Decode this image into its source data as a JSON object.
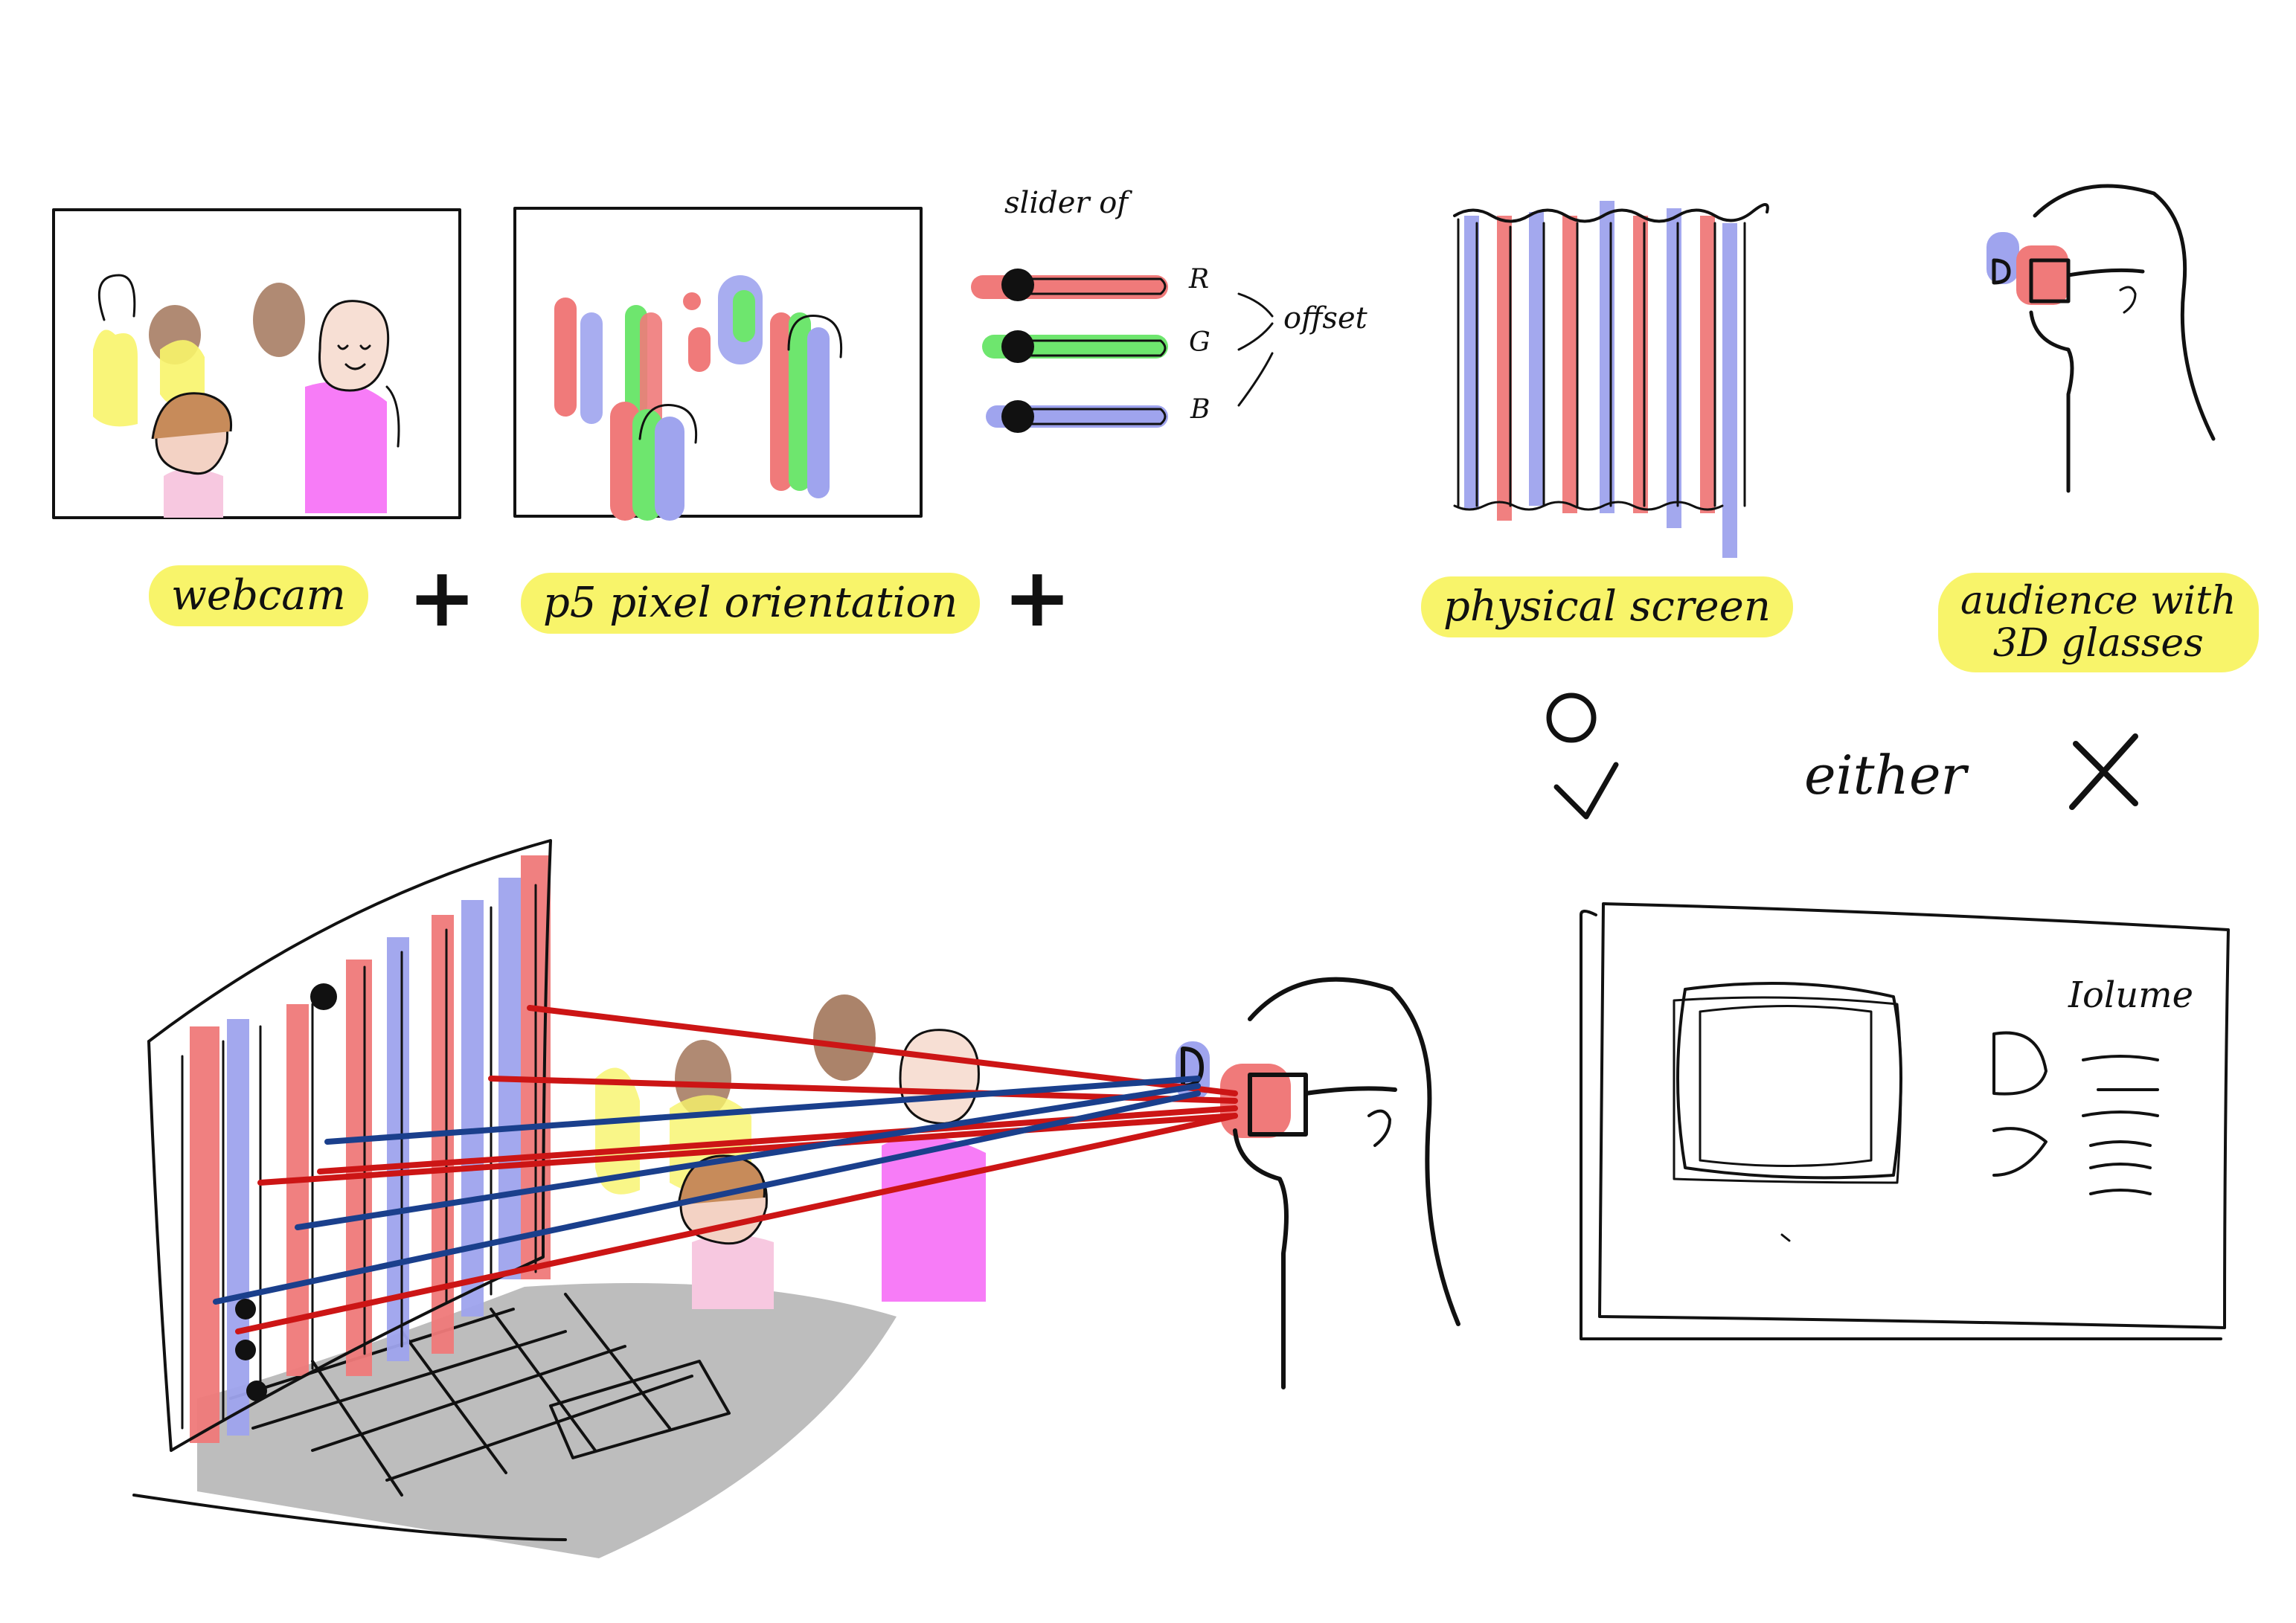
{
  "labels": {
    "webcam": "webcam",
    "p5": "p5 pixel orientation",
    "physical_screen": "physical screen",
    "audience_line1": "audience with",
    "audience_line2": "3D glasses",
    "plus1": "+",
    "plus2": "+",
    "either": "either"
  },
  "slider_panel": {
    "title": "slider of",
    "r": "R",
    "g": "G",
    "b": "B",
    "offset": "offset"
  },
  "ui_mock": {
    "title": "Iolume"
  },
  "colors": {
    "highlight": "#f8f46a",
    "red": "#f07a7a",
    "green": "#6ee66e",
    "blue": "#9fa4ee",
    "beam_red": "#cc1515",
    "beam_blue": "#1a3f8c",
    "magenta": "#f77cf7",
    "brown": "#a2765a",
    "gray": "#bdbdbd"
  }
}
